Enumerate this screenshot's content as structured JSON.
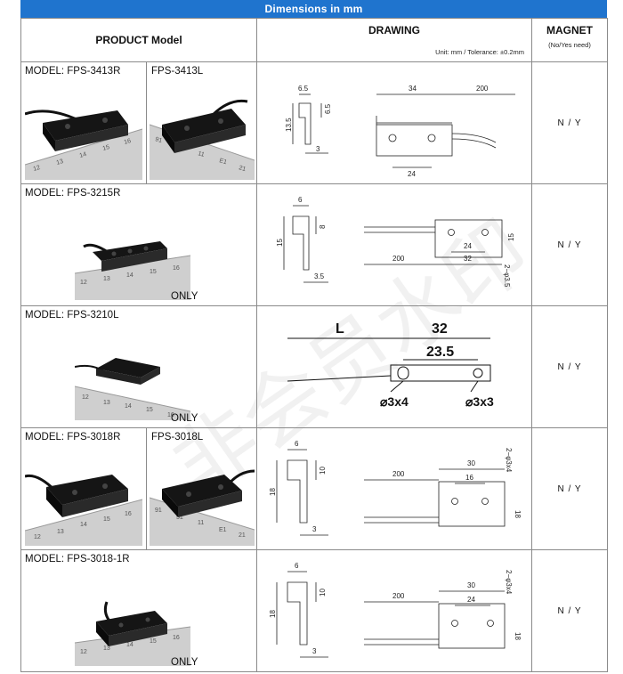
{
  "banner": "Dimensions in mm",
  "header": {
    "product": "PRODUCT Model",
    "drawing": "DRAWING",
    "unit_note": "Unit: mm / Tolerance: ±0.2mm",
    "magnet": "MAGNET",
    "magnet_sub": "(No/Yes need)"
  },
  "rows": [
    {
      "model": "MODEL: FPS-3413R",
      "model2": "FPS-3413L",
      "magnet": "N / Y",
      "dims": {
        "d1": "6.5",
        "d2": "13.5",
        "d3": "3",
        "d4": "6.5",
        "d5": "34",
        "d6": "200",
        "d7": "24"
      }
    },
    {
      "model": "MODEL: FPS-3215R",
      "only": "ONLY",
      "magnet": "N / Y",
      "dims": {
        "d1": "6",
        "d2": "15",
        "d3": "8",
        "d4": "3.5",
        "d5": "200",
        "d6": "32",
        "d7": "24",
        "d8": "15",
        "d9": "2−φ3.5"
      }
    },
    {
      "model": "MODEL: FPS-3210L",
      "only": "ONLY",
      "magnet": "N / Y",
      "dims": {
        "d1": "L",
        "d2": "32",
        "d3": "23.5",
        "d4": "⌀3x4",
        "d5": "⌀3x3"
      }
    },
    {
      "model": "MODEL: FPS-3018R",
      "model2": "FPS-3018L",
      "magnet": "N / Y",
      "dims": {
        "d1": "6",
        "d2": "18",
        "d3": "10",
        "d4": "3",
        "d5": "200",
        "d6": "30",
        "d7": "16",
        "d8": "18",
        "d9": "2−φ3x4"
      }
    },
    {
      "model": "MODEL: FPS-3018-1R",
      "only": "ONLY",
      "magnet": "N / Y",
      "dims": {
        "d1": "6",
        "d2": "18",
        "d3": "10",
        "d4": "3",
        "d5": "200",
        "d6": "30",
        "d7": "24",
        "d8": "18",
        "d9": "2−φ3x4"
      }
    }
  ],
  "ruler_marks": [
    "12",
    "13",
    "14",
    "15",
    "16"
  ],
  "ruler_marks_mirror": [
    "91",
    "51",
    "11",
    "E1",
    "21"
  ],
  "watermark": "非会员水印"
}
